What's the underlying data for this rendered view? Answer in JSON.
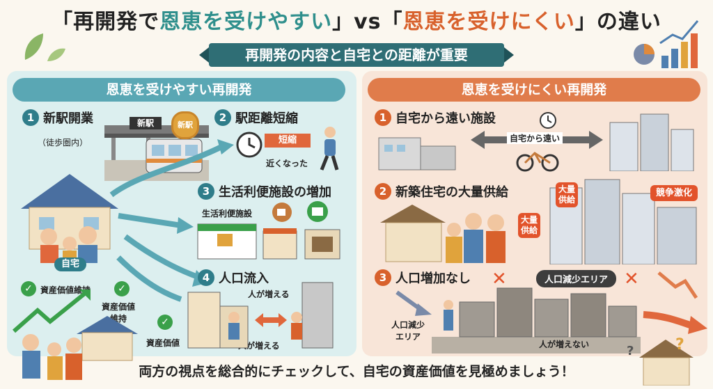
{
  "title": {
    "part1": "「再開発で",
    "part2": "恩恵を受けやすい",
    "part3": "」vs「",
    "part4": "恩恵を受けにくい",
    "part5": "」の違い"
  },
  "subtitle": "再開発の内容と自宅との距離が重要",
  "left": {
    "header": "恩恵を受けやすい再開発",
    "items": [
      {
        "num": "1",
        "title": "新駅開業",
        "note": "（徒歩圏内）",
        "station_sign": "新駅",
        "badge": "新駅"
      },
      {
        "num": "2",
        "title": "駅距離短縮",
        "arrow_label": "短縮",
        "caption": "近くなった"
      },
      {
        "num": "3",
        "title": "生活利便施設の増加",
        "caption": "生活利便施設"
      },
      {
        "num": "4",
        "title": "人口流入",
        "caption_top": "人が増える",
        "caption_bottom": "人が増える"
      }
    ],
    "home_label": "自宅",
    "checks": [
      "資産価値維持",
      "資産価値\n維持",
      "資産価値"
    ]
  },
  "right": {
    "header": "恩恵を受けにくい再開発",
    "items": [
      {
        "num": "1",
        "title": "自宅から遠い施設",
        "arrow_label": "自宅から遠い"
      },
      {
        "num": "2",
        "title": "新築住宅の大量供給",
        "badge1": "大量\n供給",
        "badge2": "大量\n供給",
        "badge3": "競争激化"
      },
      {
        "num": "3",
        "title": "人口増加なし",
        "area_badge": "人口減少エリア",
        "side_label": "人口減少\nエリア",
        "caption": "人が増えない"
      }
    ]
  },
  "bottom": "両方の視点を総合的にチェックして、自宅の資産価値を見極めましょう！",
  "colors": {
    "teal": "#2f8f8c",
    "orange": "#d8612c",
    "left_bg": "#dcefef",
    "right_bg": "#f8e5d8",
    "check": "#3aa04a",
    "red_badge": "#e2532b"
  },
  "icons": [
    "leaf-icon",
    "pie-chart-icon",
    "bar-chart-icon",
    "clock-icon",
    "coffee-icon",
    "book-icon",
    "bicycle-icon",
    "check-icon",
    "x-mark-icon",
    "question-icon",
    "arrow-icon"
  ]
}
